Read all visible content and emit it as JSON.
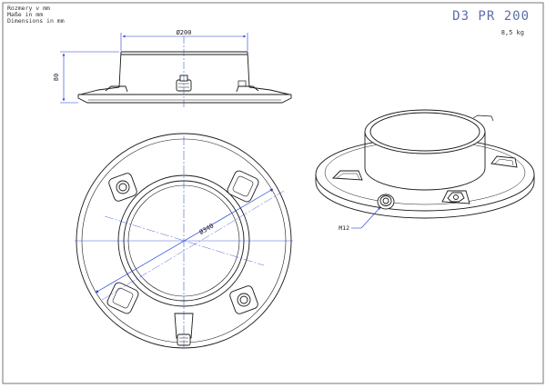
{
  "notes": [
    "Rozmery v mm",
    "Maße in mm",
    "Dimensions in mm"
  ],
  "model": "D3 PR 200",
  "weight": "8,5 kg",
  "dimensions": {
    "top_diameter": "Ø200",
    "height": "80",
    "plan_diameter": "Ø340",
    "thread": "M12"
  },
  "colors": {
    "line": "#1a1a1a",
    "dimension": "#1f3fcf",
    "title": "#5a6fa8"
  }
}
